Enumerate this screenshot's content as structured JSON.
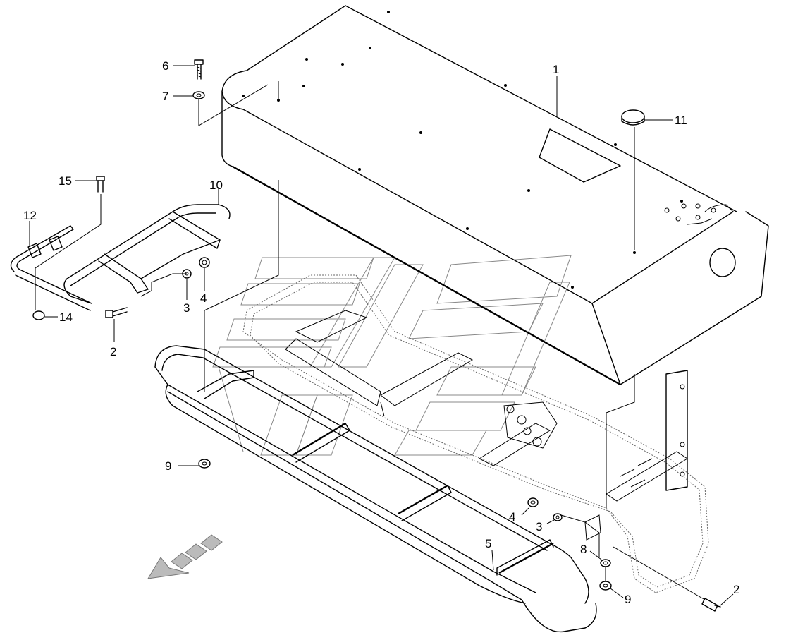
{
  "callouts": {
    "c1": "1",
    "c2a": "2",
    "c2b": "2",
    "c3a": "3",
    "c3b": "3",
    "c4a": "4",
    "c4b": "4",
    "c5": "5",
    "c6": "6",
    "c7": "7",
    "c8": "8",
    "c9a": "9",
    "c9b": "9",
    "c10": "10",
    "c11": "11",
    "c12": "12",
    "c14": "14",
    "c15": "15"
  },
  "colors": {
    "line": "#000000",
    "watermark": "#888888",
    "background": "#ffffff"
  },
  "icons": {
    "direction": "direction-arrow-icon",
    "watermark": "watermark-logo-icon"
  }
}
